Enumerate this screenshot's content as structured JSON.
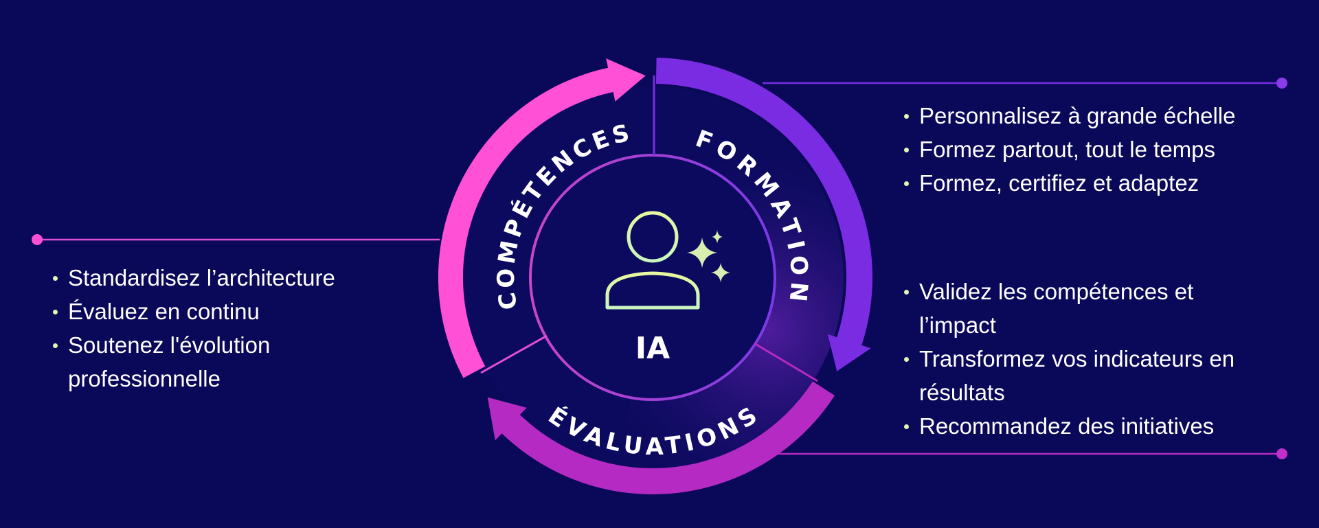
{
  "center": {
    "label": "IA",
    "icon": "person-sparkles-icon"
  },
  "segments": {
    "competences": "COMPÉTENCES",
    "formation": "FORMATION",
    "evaluations": "ÉVALUATIONS"
  },
  "left_list": [
    "Standardisez l’architecture",
    "Évaluez en continu",
    "Soutenez l'évolution professionnelle"
  ],
  "right_top_list": [
    "Personnalisez à grande échelle",
    "Formez partout, tout le temps",
    "Formez, certifiez et adaptez"
  ],
  "right_bottom_list": [
    "Validez les compétences et l’impact",
    "Transformez vos indicateurs en résultats",
    "Recommandez des initiatives"
  ],
  "colors": {
    "background": "#0a0858",
    "pink": "#ff50d6",
    "purple": "#7a2ce2",
    "magenta": "#b42ac2",
    "icon": "#dff7a8"
  }
}
